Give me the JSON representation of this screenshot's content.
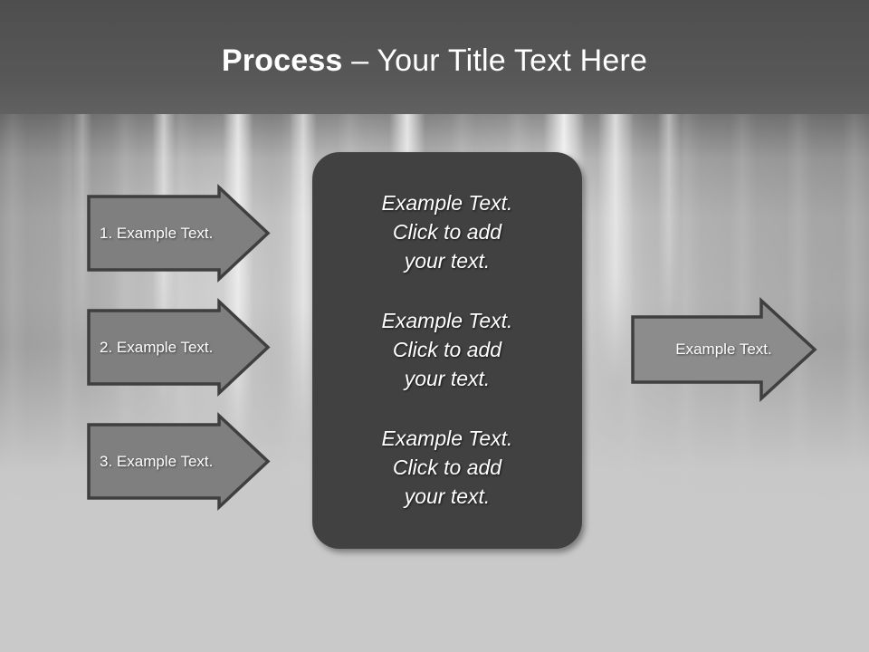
{
  "slide": {
    "title": {
      "bold_part": "Process",
      "regular_part": " – Your Title Text Here"
    },
    "background": {
      "header_band_color": "#565656",
      "body_color": "#c9c9c9",
      "photo_description": "grayscale-curtain-photo"
    }
  },
  "input_arrows": [
    {
      "label": "1. Example Text.",
      "fill_color": "#7f7f7f",
      "border_color": "#3f3f3f"
    },
    {
      "label": "2. Example Text.",
      "fill_color": "#7f7f7f",
      "border_color": "#3f3f3f"
    },
    {
      "label": "3. Example Text.",
      "fill_color": "#7f7f7f",
      "border_color": "#3f3f3f"
    }
  ],
  "output_arrow": {
    "label": "Example Text.",
    "fill_color": "#8c8c8c",
    "border_color": "#3f3f3f"
  },
  "center_panel": {
    "fill_color": "#414141",
    "blocks": [
      "Example Text.\nClick  to add\nyour text.",
      "Example Text.\nClick  to add\nyour text.",
      "Example Text.\nClick  to add\nyour text."
    ]
  }
}
